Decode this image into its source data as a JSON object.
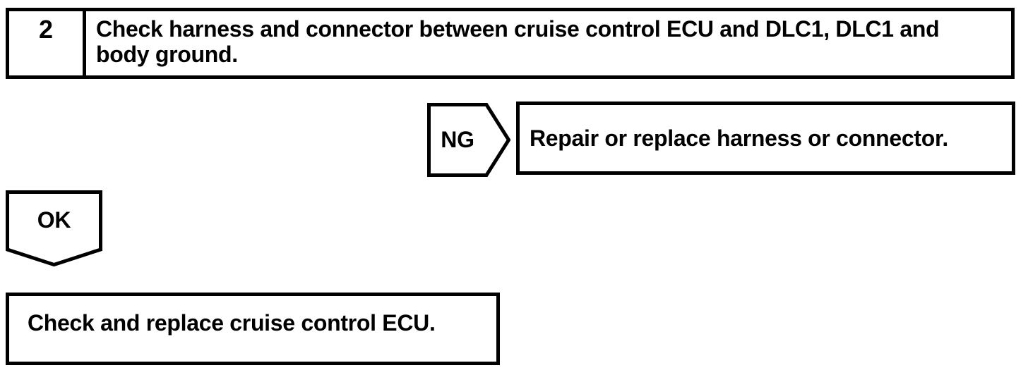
{
  "colors": {
    "ink": "#000000",
    "paper": "#ffffff"
  },
  "flowchart": {
    "step": {
      "number": "2",
      "instruction": "Check harness and connector between cruise control ECU and DLC1, DLC1 and\nbody ground."
    },
    "ng": {
      "label": "NG",
      "action": "Repair or replace harness or connector."
    },
    "ok": {
      "label": "OK"
    },
    "final": {
      "action": "Check and replace cruise control ECU."
    }
  }
}
